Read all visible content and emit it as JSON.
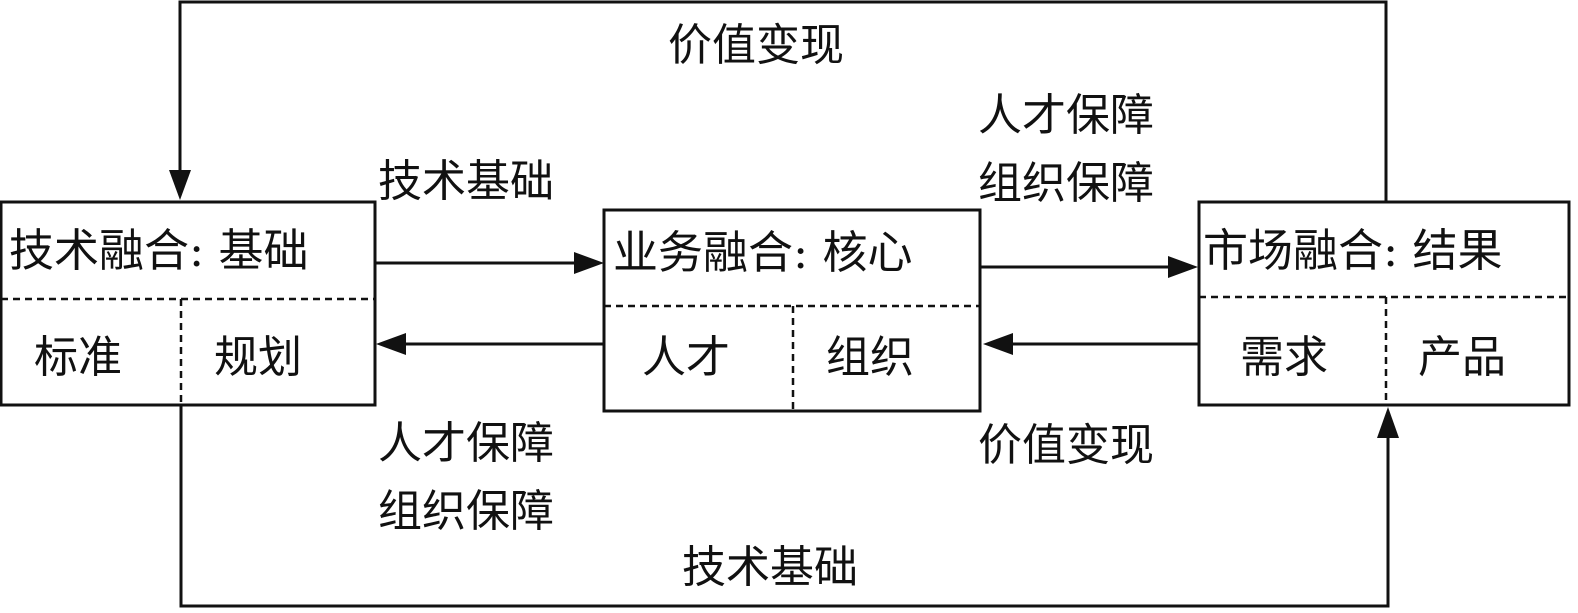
{
  "boxes": {
    "left": {
      "title": "技术融合: 基础",
      "cell_1": "标准",
      "cell_2": "规划"
    },
    "middle": {
      "title": "业务融合: 核心",
      "cell_1": "人才",
      "cell_2": "组织"
    },
    "right": {
      "title": "市场融合: 结果",
      "cell_1": "需求",
      "cell_2": "产品"
    }
  },
  "labels": {
    "top_loop": "价值变现",
    "left_to_middle": "技术基础",
    "middle_to_right_line_1": "人才保障",
    "middle_to_right_line_2": "组织保障",
    "middle_to_left_line_1": "人才保障",
    "middle_to_left_line_2": "组织保障",
    "right_to_middle": "价值变现",
    "bottom_loop": "技术基础"
  }
}
